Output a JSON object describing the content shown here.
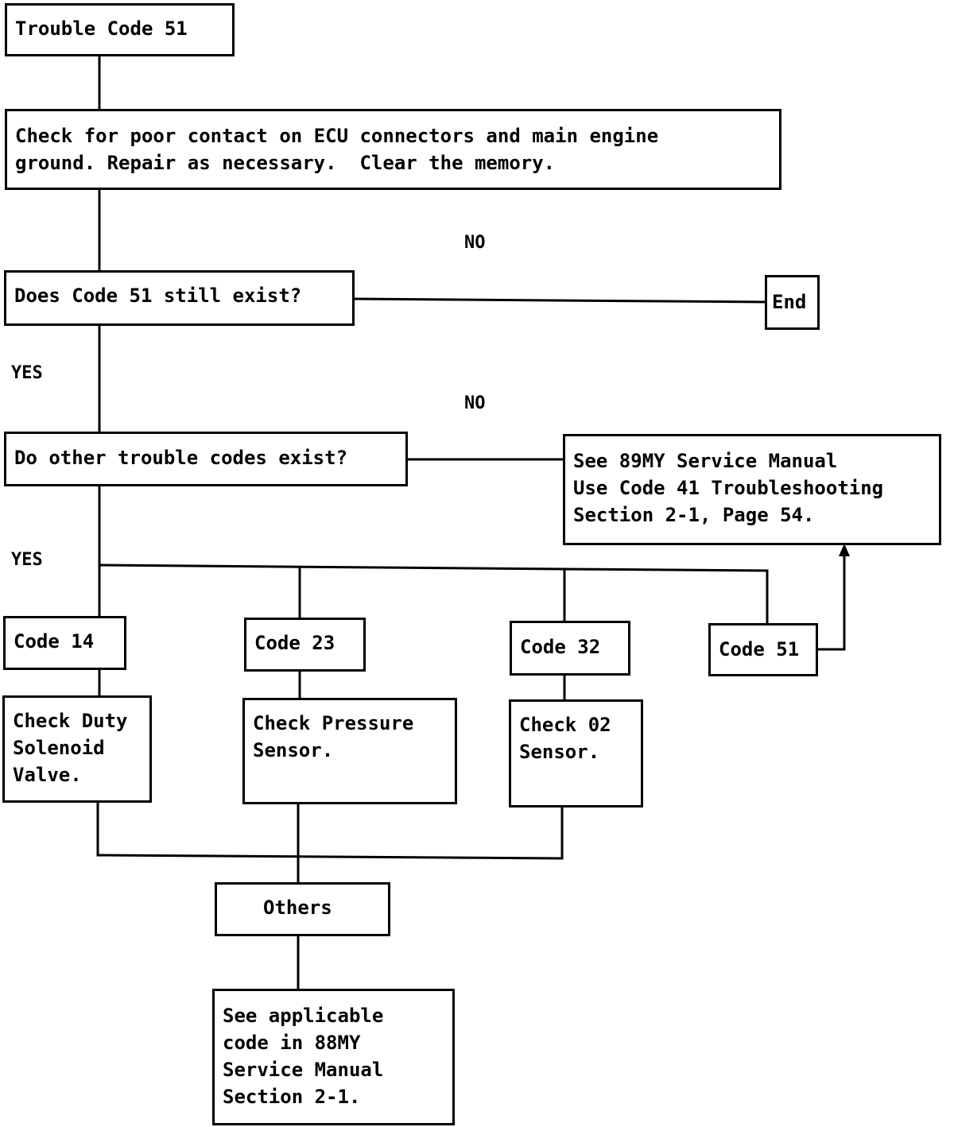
{
  "boxes": {
    "start": "Trouble Code 51",
    "check_contact": "Check for poor contact on ECU connectors and main engine\nground. Repair as necessary.  Clear the memory.",
    "q_code51": "Does Code 51 still exist?",
    "end": "End",
    "q_other": "Do other trouble codes exist?",
    "see_89my": "See 89MY Service Manual\nUse Code 41 Troubleshooting\nSection 2-1, Page 54.",
    "code14": "Code 14",
    "code23": "Code 23",
    "code32": "Code 32",
    "code51": "Code 51",
    "check_duty": "Check Duty\nSolenoid\nValve.",
    "check_pressure": "Check Pressure\nSensor.",
    "check_o2": "Check 02\nSensor.",
    "others": "Others",
    "see_88my": "See applicable\ncode in 88MY\nService Manual\nSection 2-1."
  },
  "labels": {
    "no1": "NO",
    "yes1": "YES",
    "no2": "NO",
    "yes2": "YES"
  }
}
